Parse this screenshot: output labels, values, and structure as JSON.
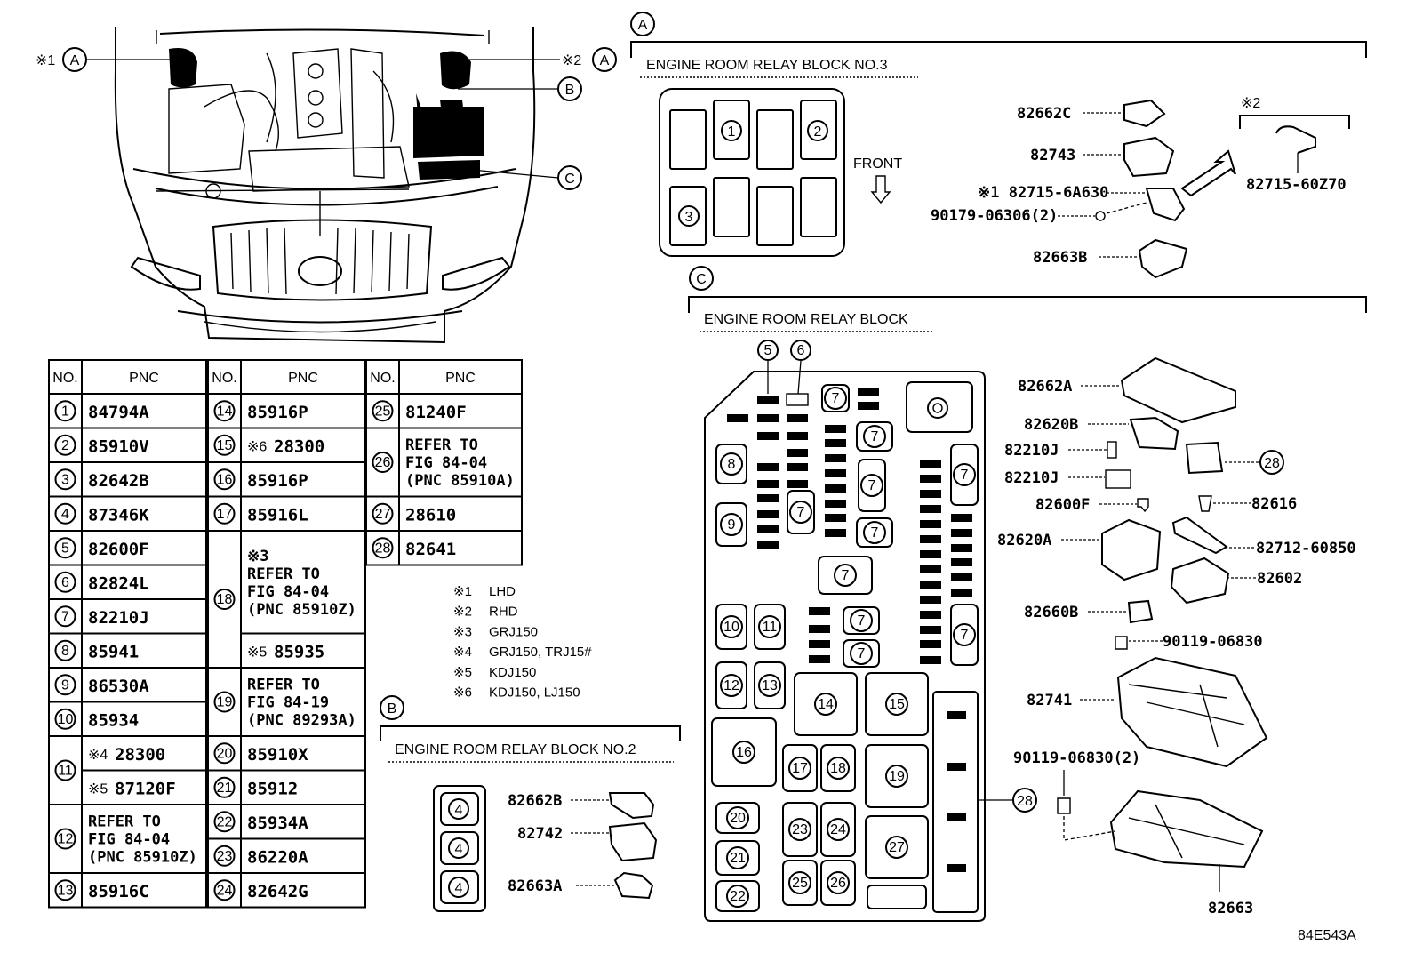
{
  "parts_table": {
    "headers": {
      "no": "NO.",
      "pnc": "PNC"
    },
    "columns": [
      [
        {
          "no": "1",
          "pnc": "84794A"
        },
        {
          "no": "2",
          "pnc": "85910V"
        },
        {
          "no": "3",
          "pnc": "82642B"
        },
        {
          "no": "4",
          "pnc": "87346K"
        },
        {
          "no": "5",
          "pnc": "82600F"
        },
        {
          "no": "6",
          "pnc": "82824L"
        },
        {
          "no": "7",
          "pnc": "82210J"
        },
        {
          "no": "8",
          "pnc": "85941"
        },
        {
          "no": "9",
          "pnc": "86530A"
        },
        {
          "no": "10",
          "pnc": "85934"
        },
        {
          "no": "11",
          "lines": [
            {
              "mark": "※4",
              "pnc": "28300"
            },
            {
              "mark": "※5",
              "pnc": "87120F"
            }
          ]
        },
        {
          "no": "12",
          "refer": [
            "REFER TO",
            "FIG 84-04",
            "(PNC 85910Z)"
          ]
        },
        {
          "no": "13",
          "pnc": "85916C"
        }
      ],
      [
        {
          "no": "14",
          "pnc": "85916P"
        },
        {
          "no": "15",
          "mark": "※6",
          "pnc": "28300"
        },
        {
          "no": "16",
          "pnc": "85916P"
        },
        {
          "no": "17",
          "pnc": "85916L"
        },
        {
          "no": "18",
          "refer": [
            "※3",
            "REFER TO",
            "FIG 84-04",
            "(PNC 85910Z)"
          ],
          "extra": {
            "mark": "※5",
            "pnc": "85935"
          }
        },
        {
          "no": "19",
          "refer": [
            "REFER TO",
            "FIG 84-19",
            "(PNC 89293A)"
          ]
        },
        {
          "no": "20",
          "pnc": "85910X"
        },
        {
          "no": "21",
          "pnc": "85912"
        },
        {
          "no": "22",
          "pnc": "85934A"
        },
        {
          "no": "23",
          "pnc": "86220A"
        },
        {
          "no": "24",
          "pnc": "82642G"
        }
      ],
      [
        {
          "no": "25",
          "pnc": "81240F"
        },
        {
          "no": "26",
          "refer": [
            "REFER TO",
            "FIG 84-04",
            "(PNC 85910A)"
          ]
        },
        {
          "no": "27",
          "pnc": "28610"
        },
        {
          "no": "28",
          "pnc": "82641"
        }
      ]
    ]
  },
  "notes": [
    {
      "mark": "※1",
      "text": "LHD"
    },
    {
      "mark": "※2",
      "text": "RHD"
    },
    {
      "mark": "※3",
      "text": "GRJ150"
    },
    {
      "mark": "※4",
      "text": "GRJ150, TRJ15#"
    },
    {
      "mark": "※5",
      "text": "KDJ150"
    },
    {
      "mark": "※6",
      "text": "KDJ150, LJ150"
    }
  ],
  "engine_view": {
    "callouts": [
      {
        "mark": "※1",
        "letter": "A"
      },
      {
        "mark": "※2",
        "letter": "A"
      },
      {
        "letter": "B"
      },
      {
        "letter": "C"
      }
    ]
  },
  "section_a": {
    "letter": "A",
    "title": "ENGINE ROOM RELAY BLOCK NO.3",
    "front_label": "FRONT",
    "slots": [
      "1",
      "2",
      "3"
    ],
    "parts": [
      "82662C",
      "82743",
      "※1 82715-6A630",
      "90179-06306(2)",
      "82663B",
      "82715-60Z70"
    ],
    "rhd_mark": "※2"
  },
  "section_b": {
    "letter": "B",
    "title": "ENGINE ROOM RELAY BLOCK NO.2",
    "slots": [
      "4",
      "4",
      "4"
    ],
    "parts": [
      "82662B",
      "82742",
      "82663A"
    ]
  },
  "section_c": {
    "letter": "C",
    "title": "ENGINE ROOM RELAY BLOCK",
    "parts": [
      "82662A",
      "82620B",
      "82210J",
      "82210J",
      "82600F",
      "82616",
      "82620A",
      "82712-60850",
      "82602",
      "82660B",
      "90119-06830",
      "82741",
      "90119-06830(2)",
      "82663"
    ],
    "ref28": "28"
  },
  "figure_id": "84E543A"
}
